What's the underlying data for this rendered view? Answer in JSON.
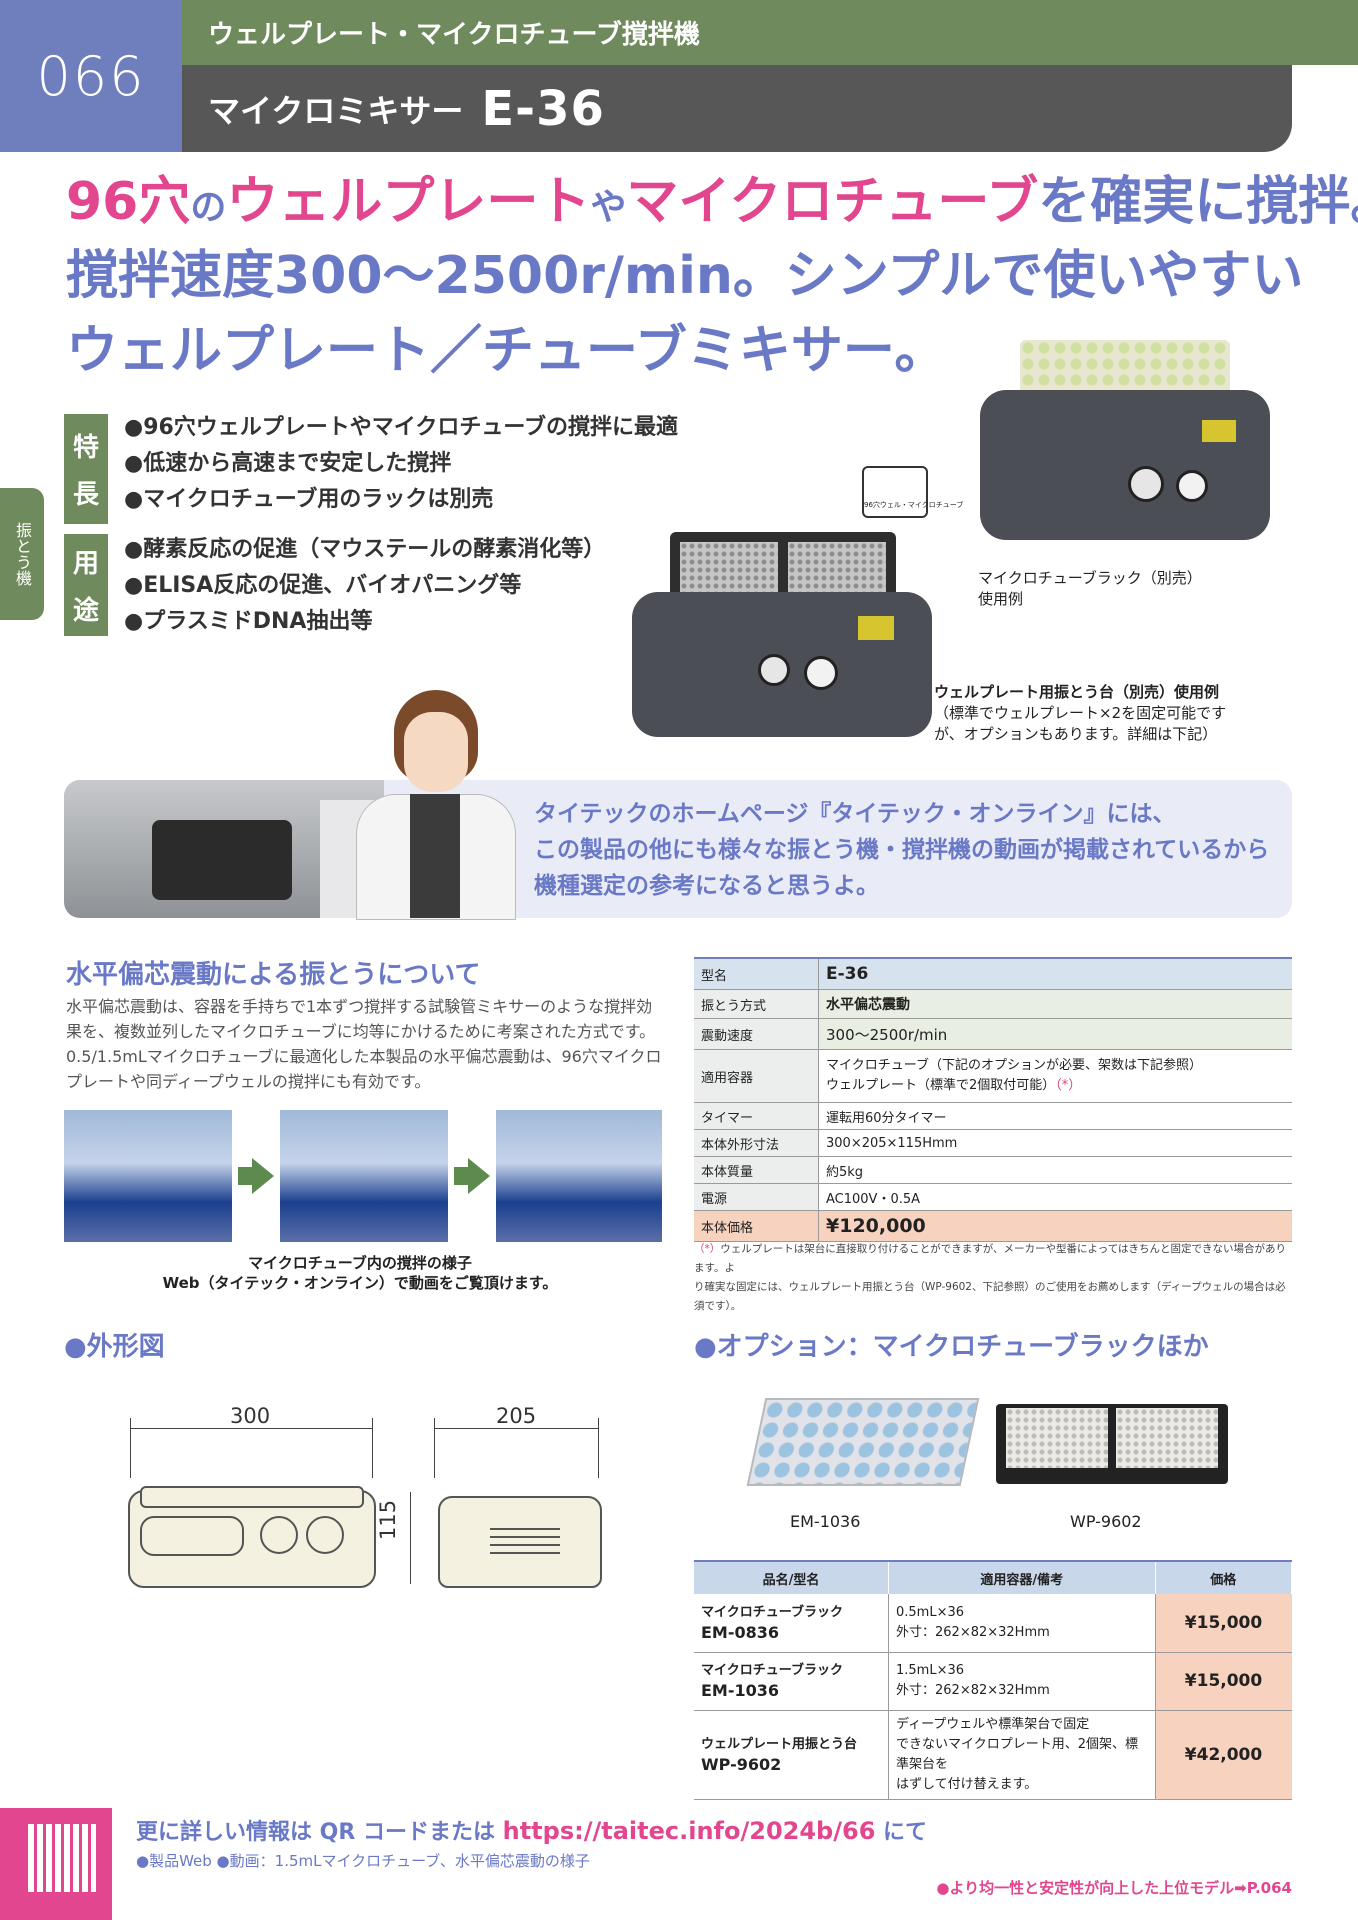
{
  "header": {
    "page_number": "066",
    "category": "ウェルプレート・マイクロチューブ撹拌機",
    "product_name": "マイクロミキサー",
    "model": "E-36"
  },
  "side_tab": "振とう機",
  "headline": {
    "line1_pink_a": "96穴",
    "line1_blue_a": "の",
    "line1_pink_b": "ウェルプレート",
    "line1_blue_b": "や",
    "line1_pink_c": "マイクロチューブ",
    "line1_blue_c": "を確実に撹拌。",
    "line2": "撹拌速度300～2500r/min。シンプルで使いやすい",
    "line3": "ウェルプレート／チューブミキサー。"
  },
  "features": {
    "tag": [
      "特",
      "長"
    ],
    "items": [
      "●96穴ウェルプレートやマイクロチューブの撹拌に最適",
      "●低速から高速まで安定した撹拌",
      "●マイクロチューブ用のラックは別売"
    ]
  },
  "uses": {
    "tag": [
      "用",
      "途"
    ],
    "items": [
      "●酵素反応の促進（マウステールの酵素消化等）",
      "●ELISA反応の促進、バイオパニング等",
      "●プラスミドDNA抽出等"
    ]
  },
  "product_images": {
    "icon_label": "96穴ウェル・マイクロチューブ",
    "caption_rack": [
      "マイクロチューブラック（別売）",
      "使用例"
    ],
    "caption_plate": [
      "ウェルプレート用振とう台（別売）使用例",
      "（標準でウェルプレート×2を固定可能です",
      "が、オプションもあります。詳細は下記）"
    ]
  },
  "speech": [
    "タイテックのホームページ『タイテック・オンライン』には、",
    "この製品の他にも様々な振とう機・撹拌機の動画が掲載されているから",
    "機種選定の参考になると思うよ。"
  ],
  "motion_section": {
    "heading": "水平偏芯震動による振とうについて",
    "body": "水平偏芯震動は、容器を手持ちで1本ずつ撹拌する試験管ミキサーのような撹拌効果を、複数並列したマイクロチューブに均等にかけるために考案された方式です。0.5/1.5mLマイクロチューブに最適化した本製品の水平偏芯震動は、96穴マイクロプレートや同ディープウェルの撹拌にも有効です。",
    "caption": [
      "マイクロチューブ内の撹拌の様子",
      "Web（タイテック・オンライン）で動画をご覧頂けます。"
    ]
  },
  "specs": {
    "rows": [
      {
        "k": "型名",
        "v": "E-36"
      },
      {
        "k": "振とう方式",
        "v": "水平偏芯震動"
      },
      {
        "k": "震動速度",
        "v": "300～2500r/min"
      },
      {
        "k": "適用容器",
        "v1": "マイクロチューブ（下記のオプションが必要、架数は下記参照）",
        "v2": "ウェルプレート（標準で2個取付可能）",
        "v2_mark": "（*）"
      },
      {
        "k": "タイマー",
        "v": "運転用60分タイマー"
      },
      {
        "k": "本体外形寸法",
        "v": "300×205×115Hmm"
      },
      {
        "k": "本体質量",
        "v": "約5kg"
      },
      {
        "k": "電源",
        "v": "AC100V・0.5A"
      },
      {
        "k": "本体価格",
        "v": "¥120,000"
      }
    ],
    "note_mark": "（*）",
    "note_line1": "ウェルプレートは架台に直接取り付けることができますが、メーカーや型番によってはきちんと固定できない場合があります。よ",
    "note_line2": "り確実な固定には、ウェルプレート用振とう台（WP-9602、下記参照）のご使用をお薦めします（ディープウェルの場合は必須です）。"
  },
  "outline": {
    "heading": "●外形図",
    "width": "300",
    "depth": "205",
    "height": "115"
  },
  "options": {
    "heading": "●オプション：マイクロチューブラックほか",
    "img_labels": [
      "EM-1036",
      "WP-9602"
    ],
    "headers": [
      "品名/型名",
      "適用容器/備考",
      "価格"
    ],
    "rows": [
      {
        "name": "マイクロチューブラック",
        "model": "EM-0836",
        "desc": [
          "0.5mL×36",
          "外寸：262×82×32Hmm"
        ],
        "price": "¥15,000"
      },
      {
        "name": "マイクロチューブラック",
        "model": "EM-1036",
        "desc": [
          "1.5mL×36",
          "外寸：262×82×32Hmm"
        ],
        "price": "¥15,000"
      },
      {
        "name": "ウェルプレート用振とう台",
        "model": "WP-9602",
        "desc": [
          "ディープウェルや標準架台で固定",
          "できないマイクロプレート用、2個架、標準架台を",
          "はずして付け替えます。"
        ],
        "price": "¥42,000"
      }
    ]
  },
  "footer": {
    "main_prefix": "更に詳しい情報は QR コードまたは ",
    "url": "https://taitec.info/2024b/66",
    "main_suffix": " にて",
    "sub": "●製品Web ●動画：1.5mLマイクロチューブ、水平偏芯震動の様子",
    "right": "●より均一性と安定性が向上した上位モデル➡P.064"
  },
  "colors": {
    "pink": "#e2468e",
    "blue": "#6a79c6",
    "green": "#6f8a5c",
    "gray": "#575757",
    "price_bg": "#f6d2bf"
  }
}
